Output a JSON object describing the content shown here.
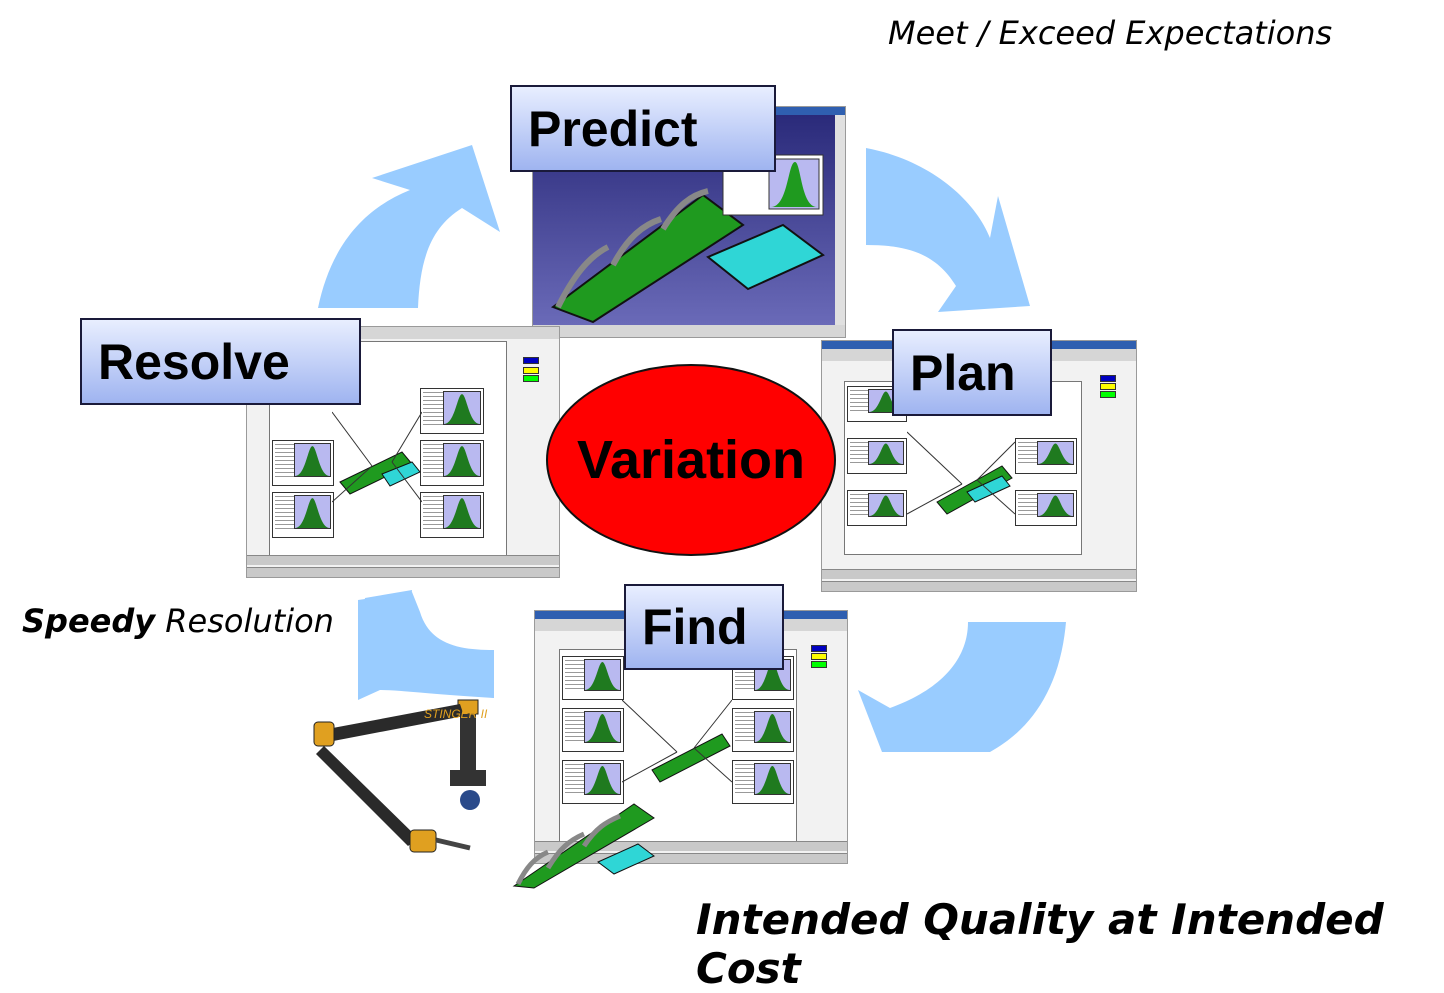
{
  "captions": {
    "top": "Meet / Exceed Expectations",
    "left_bold": "Speedy",
    "left_rest": " Resolution",
    "bottom": "Intended Quality at Intended Cost"
  },
  "center": {
    "label": "Variation",
    "fill": "#ff0000"
  },
  "stages": {
    "predict": "Predict",
    "plan": "Plan",
    "find": "Find",
    "resolve": "Resolve"
  },
  "colors": {
    "arrow": "#99ccff",
    "label_box_top": "#e8eeff",
    "label_box_bottom": "#9fb4f0",
    "part_green": "#1f9a1f",
    "part_cyan": "#2fd6d6",
    "cad_background": "#3a3a8a"
  },
  "icons": {
    "arm": "measuring-arm-icon",
    "part": "sheet-metal-part-icon",
    "histogram": "bell-curve-histogram-icon"
  }
}
